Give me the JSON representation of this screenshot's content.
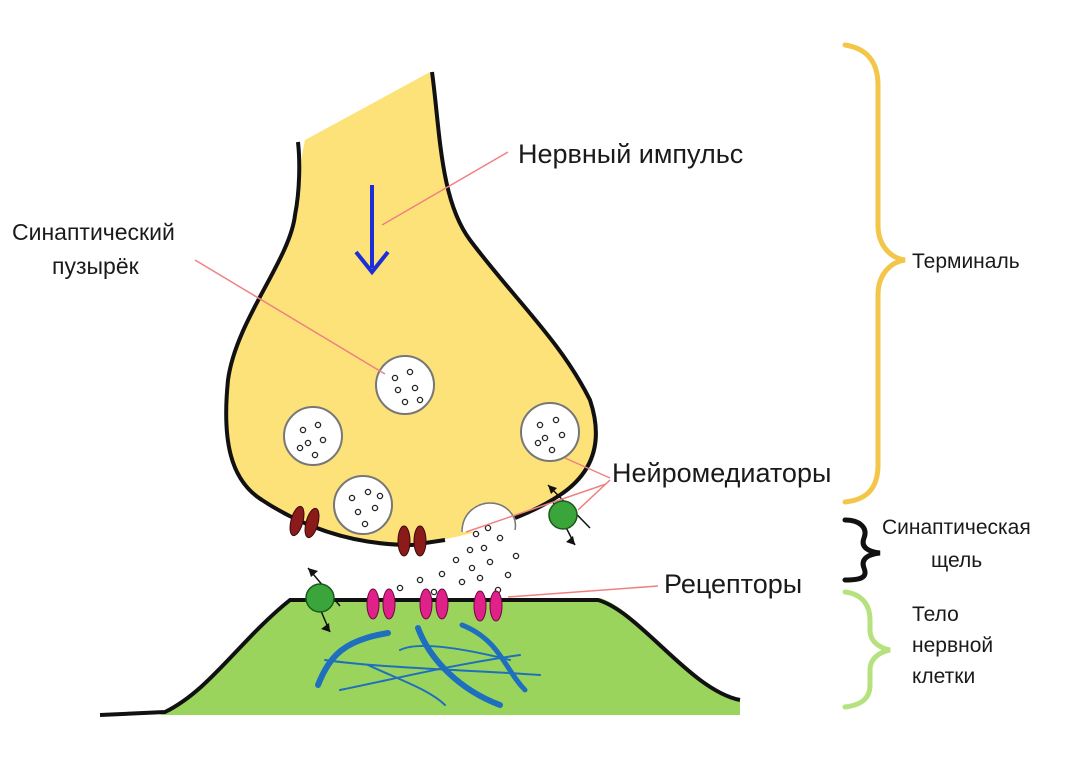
{
  "labels": {
    "impulse": "Нервный импульс",
    "vesicle_line1": "Синаптический",
    "vesicle_line2": "пузырёк",
    "neurotransmitters": "Нейромедиаторы",
    "receptors": "Рецепторы",
    "terminal": "Терминаль",
    "cleft_line1": "Синаптическая",
    "cleft_line2": "щель",
    "body_line1": "Тело",
    "body_line2": "нервной",
    "body_line3": "клетки"
  },
  "colors": {
    "terminal_fill": "#fde27a",
    "cell_body_fill": "#9ad45c",
    "terminal_brace": "#f3c548",
    "cleft_brace": "#111111",
    "body_brace": "#b5e27f",
    "leader_line": "#f08080",
    "impulse_arrow": "#1c2fd6",
    "channel": "#8b1a1a",
    "receptor": "#e0218a",
    "transporter": "#3aa53a",
    "cytoskeleton": "#1f6fbf"
  },
  "icons": {
    "impulse": "down-arrow-icon"
  }
}
